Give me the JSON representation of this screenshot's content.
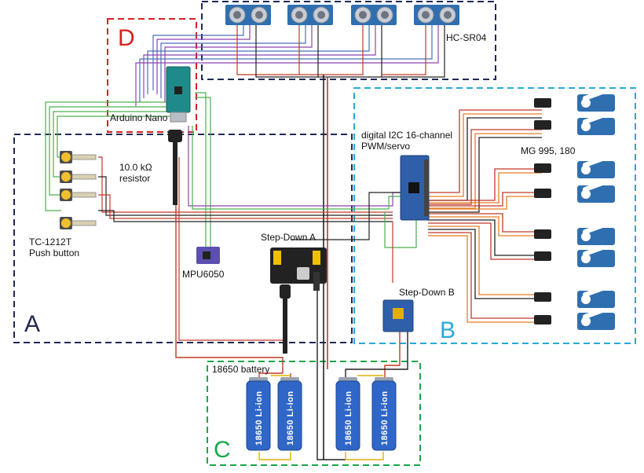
{
  "diagram": {
    "zones": {
      "A": {
        "letter": "A",
        "color": "#1f2a55"
      },
      "B": {
        "letter": "B",
        "color": "#2aa8d8"
      },
      "C": {
        "letter": "C",
        "color": "#1aa64a"
      },
      "D": {
        "letter": "D",
        "color": "#d62222"
      },
      "top": {
        "color": "#1f2a55"
      }
    },
    "labels": {
      "hcsr04": "HC-SR04",
      "arduino": "Arduino Nano",
      "resistor_value": "10.0 kΩ",
      "resistor_word": "resistor",
      "pushbutton_model": "TC-1212T",
      "pushbutton_word": "Push button",
      "mpu": "MPU6050",
      "pwm_line1": "digital I2C 16-channel",
      "pwm_line2": "PWM/servo",
      "servo_model": "MG 995, 180",
      "stepdown_a": "Step-Down A",
      "stepdown_b": "Step-Down B",
      "battery_title": "18650 battery",
      "battery_cell": "18650 Li-ion"
    },
    "colors": {
      "wire_red": "#c0392b",
      "wire_black": "#222222",
      "wire_green": "#4caf50",
      "wire_purple": "#8e44ad",
      "wire_orange": "#e67e22",
      "wire_yellow": "#e0b000",
      "wire_blue": "#4a6fb5",
      "servo_blue": "#2f6fb0",
      "battery_blue": "#2f66c8",
      "board_teal": "#1f8a8a"
    }
  }
}
